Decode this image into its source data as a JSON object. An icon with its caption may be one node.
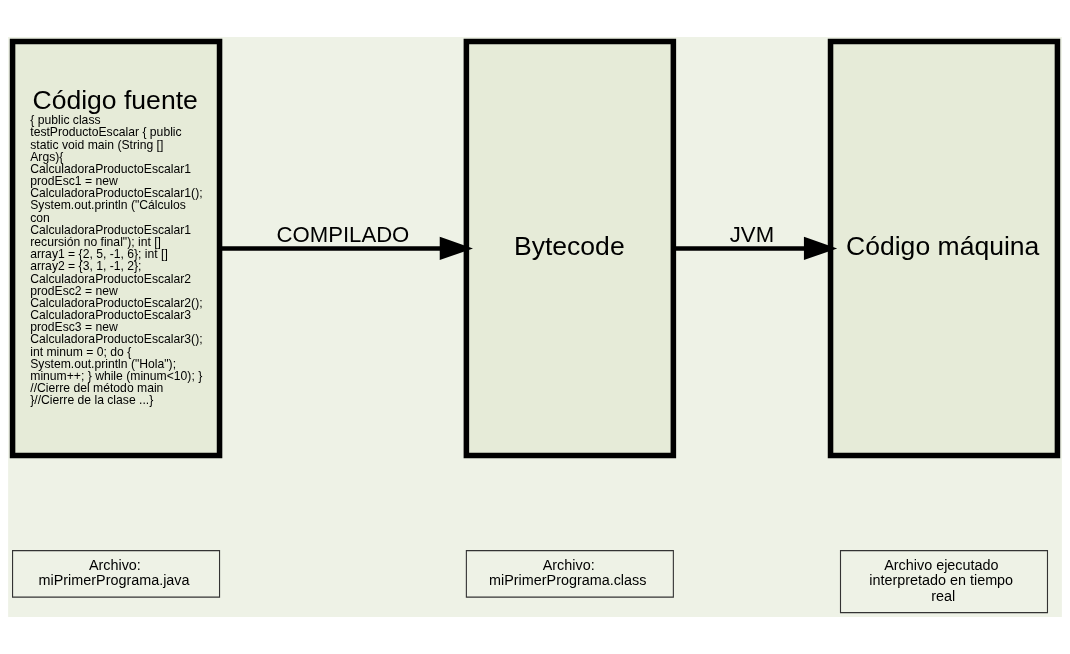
{
  "diagram": {
    "nodes": [
      {
        "text": [
          "Código fuente",
          "{ public class testProductoEscalar { public static void main (String [] Args){ CalculadoraProductoEscalar1 prodEsc1 = new CalculadoraProductoEscalar1(); System.out.println (\"Cálculos con CalculadoraProductoEscalar1 recursión no final\"); int [] array1 = {2, 5, -1, 6}; int [] array2 = {3, 1, -1, 2}; CalculadoraProductoEscalar2 prodEsc2 = new CalculadoraProductoEscalar2(); CalculadoraProductoEscalar3 prodEsc3 = new CalculadoraProductoEscalar3(); int minum = 0; do { System.out.println (\"Hola\"); minum++; } while (minum<10); } //Cierre del método main }//Cierre de la clase ...}"
        ]
      },
      {
        "text": [
          "Bytecode"
        ]
      },
      {
        "text": [
          "Código máquina"
        ]
      },
      {
        "text": [
          "Archivo: miPrimerPrograma.java"
        ]
      },
      {
        "text": [
          "Archivo: miPrimerPrograma.class"
        ]
      },
      {
        "text": [
          "Archivo ejecutado interpretado en tiempo real"
        ]
      }
    ],
    "edges": [
      {
        "from": 0,
        "to": 1,
        "arrow": "to",
        "label": "COMPILADO"
      },
      {
        "from": 1,
        "to": 2,
        "arrow": "to",
        "label": "JVM"
      }
    ]
  }
}
